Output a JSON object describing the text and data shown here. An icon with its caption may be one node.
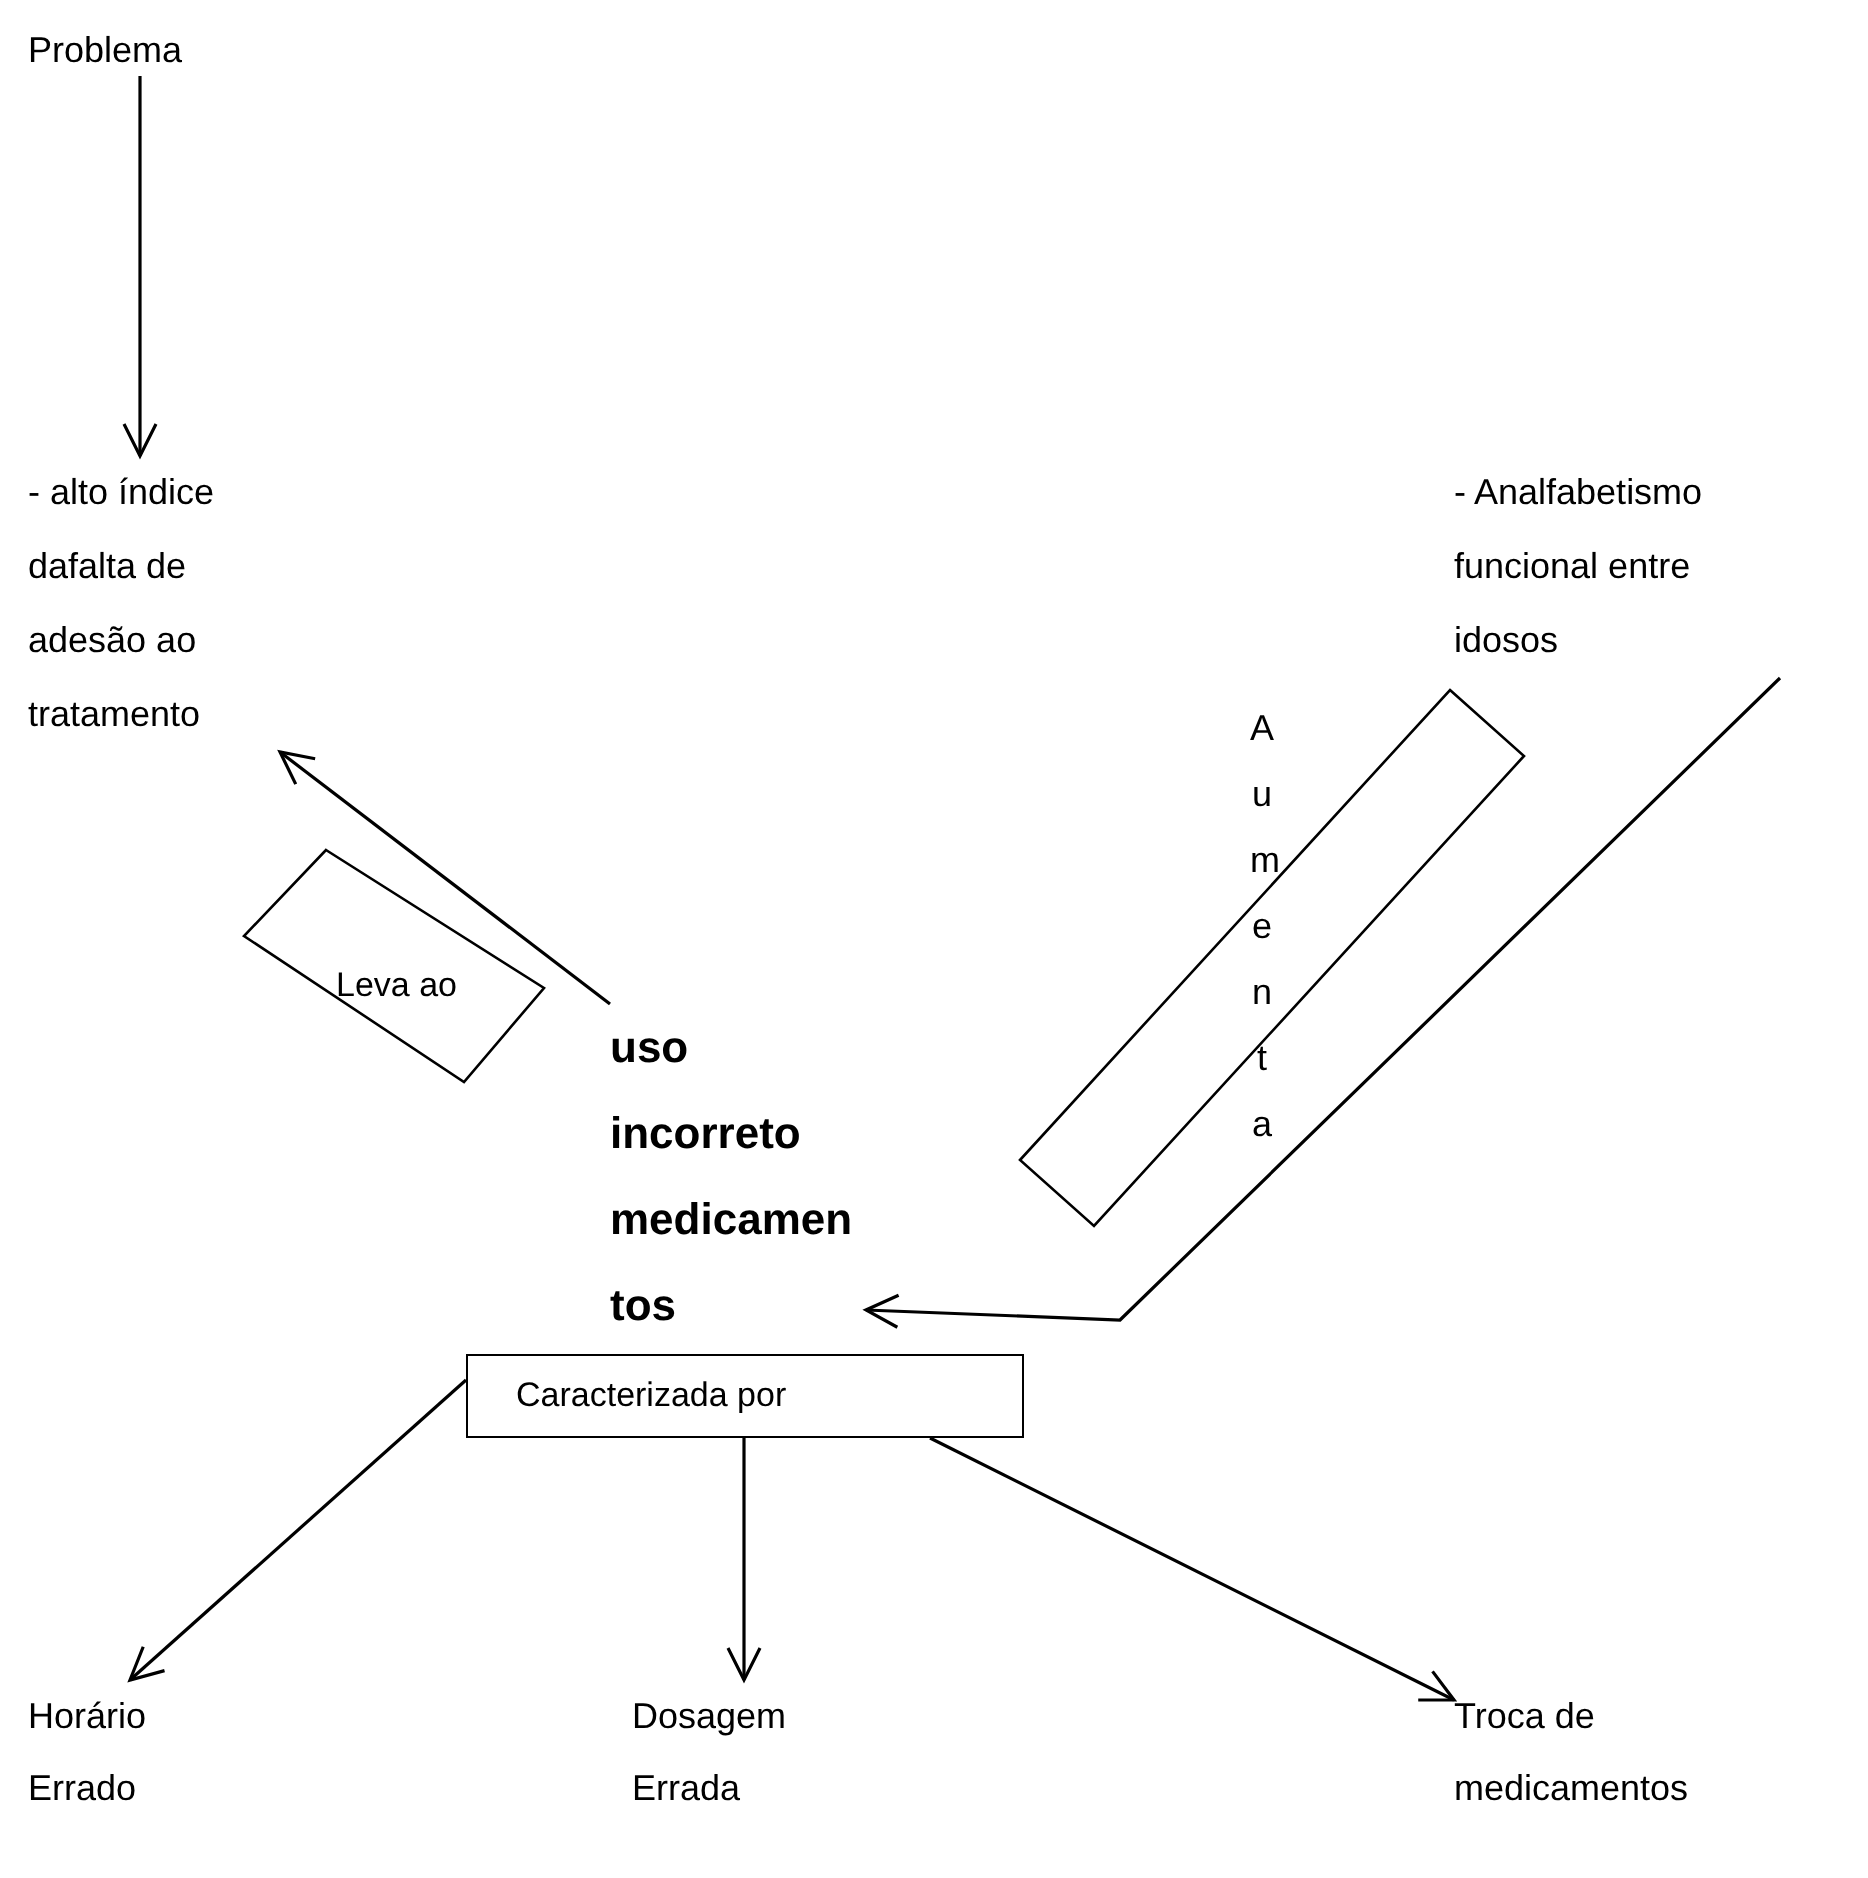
{
  "diagram": {
    "nodes": [
      {
        "text": [
          "Problema"
        ]
      },
      {
        "text": [
          "- alto índice dafalta de adesão ao tratamento"
        ]
      },
      {
        "text": [
          "- Analfabetismo funcional entre idosos"
        ]
      },
      {
        "text": [
          "Leva ao"
        ]
      },
      {
        "text": [
          "Aumenta"
        ]
      },
      {
        "text": [
          "uso incorreto medicamentos"
        ]
      },
      {
        "text": [
          "Caracterizada por"
        ]
      },
      {
        "text": [
          "Horário Errado"
        ]
      },
      {
        "text": [
          "Dosagem Errada"
        ]
      },
      {
        "text": [
          "Troca de medicamentos"
        ]
      }
    ],
    "edges": [
      {
        "from": 0,
        "to": 1,
        "arrow": "to"
      },
      {
        "from": 5,
        "to": 1,
        "arrow": "to"
      },
      {
        "from": 2,
        "to": 5,
        "arrow": "to"
      },
      {
        "from": 6,
        "to": 7,
        "arrow": "to"
      },
      {
        "from": 6,
        "to": 8,
        "arrow": "to"
      },
      {
        "from": 6,
        "to": 9,
        "arrow": "to"
      }
    ]
  }
}
